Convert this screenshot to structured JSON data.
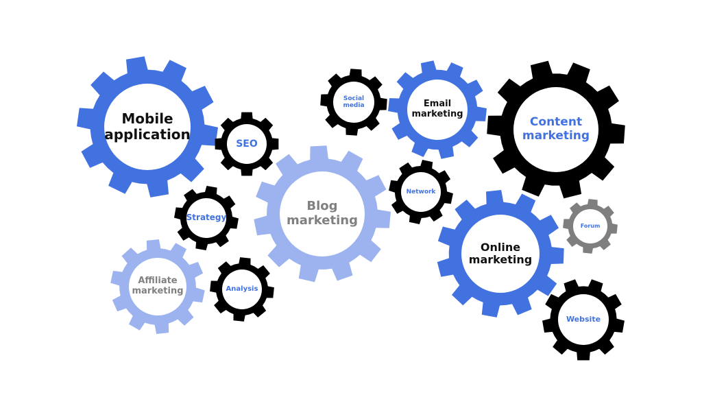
{
  "palette": {
    "blue": "#4272e0",
    "light_blue": "#9cb3ef",
    "black": "#000000",
    "gray": "#7f7f7f",
    "label_dark": "#111111",
    "label_gray": "#808080",
    "hub_fill": "#ffffff"
  },
  "gears": [
    {
      "id": "mobile-application",
      "label": "Mobile\napplication",
      "color": "blue",
      "label_color": "label_dark"
    },
    {
      "id": "seo",
      "label": "SEO",
      "color": "black",
      "label_color": "blue"
    },
    {
      "id": "strategy",
      "label": "Strategy",
      "color": "black",
      "label_color": "blue"
    },
    {
      "id": "blog-marketing",
      "label": "Blog\nmarketing",
      "color": "light_blue",
      "label_color": "label_gray"
    },
    {
      "id": "affiliate-marketing",
      "label": "Affiliate\nmarketing",
      "color": "light_blue",
      "label_color": "label_gray"
    },
    {
      "id": "analysis",
      "label": "Analysis",
      "color": "black",
      "label_color": "blue"
    },
    {
      "id": "social-media",
      "label": "Social\nmedia",
      "color": "black",
      "label_color": "blue"
    },
    {
      "id": "email-marketing",
      "label": "Email\nmarketing",
      "color": "blue",
      "label_color": "label_dark"
    },
    {
      "id": "network",
      "label": "Network",
      "color": "black",
      "label_color": "blue"
    },
    {
      "id": "content-marketing",
      "label": "Content\nmarketing",
      "color": "black",
      "label_color": "blue"
    },
    {
      "id": "online-marketing",
      "label": "Online\nmarketing",
      "color": "blue",
      "label_color": "label_dark"
    },
    {
      "id": "forum",
      "label": "Forum",
      "color": "gray",
      "label_color": "blue"
    },
    {
      "id": "website",
      "label": "Website",
      "color": "black",
      "label_color": "blue"
    }
  ]
}
